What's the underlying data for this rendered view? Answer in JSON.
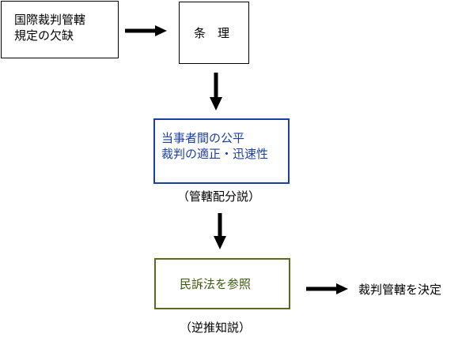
{
  "boxes": {
    "jurisdiction_gap": {
      "lines": [
        "国際裁判管轄",
        "規定の欠缺"
      ]
    },
    "jori": {
      "label": "条　理"
    },
    "fairness": {
      "lines": [
        "当事者間の公平",
        "裁判の適正・迅速性"
      ]
    },
    "civil_procedure": {
      "label": "民訴法を参照"
    }
  },
  "captions": {
    "jurisdiction_distribution": "（管轄配分説）",
    "inference": "（逆推知説）"
  },
  "result_label": "裁判管轄を決定",
  "colors": {
    "blue_box": "#1a3fa0",
    "olive_box": "#5a6a1e",
    "arrow": "#000000"
  }
}
